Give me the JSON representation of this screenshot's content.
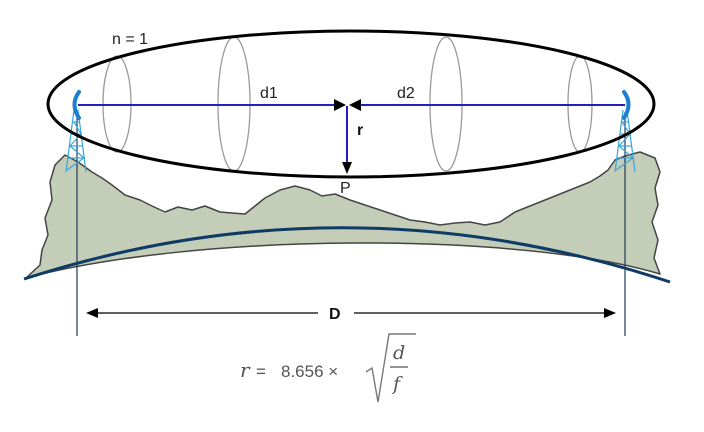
{
  "labels": {
    "n": "n = 1",
    "d1": "d1",
    "d2": "d2",
    "r": "r",
    "P": "P",
    "D": "D"
  },
  "formula": {
    "lhs": "r",
    "equals": "=",
    "constant": "8.656 ×",
    "numerator": "d",
    "denominator": "f"
  },
  "colors": {
    "ellipse": "#000000",
    "cross_sections": "#9a9a9a",
    "path_line": "#2020c0",
    "antenna": "#1e7fd0",
    "tower": "#3aa6d8",
    "terrain_fill": "#c3cdb8",
    "terrain_stroke": "#444444",
    "earth_curve": "#0e3a66",
    "dimension_line": "#000000",
    "formula_text": "#555555"
  }
}
